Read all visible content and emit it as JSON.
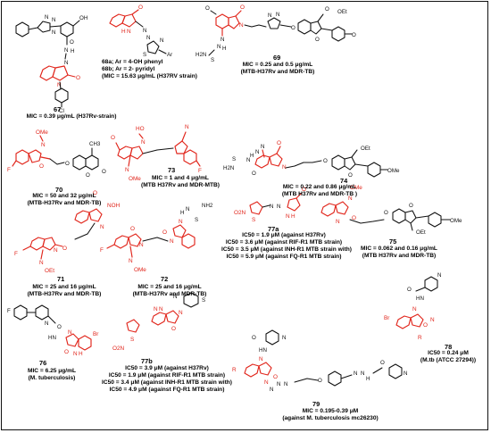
{
  "colors": {
    "scaffold": "#e1251b",
    "bonds": "#111111",
    "background": "#ffffff"
  },
  "compounds": [
    {
      "id": "67",
      "captions": [
        "MIC = 0.39 μg/mL (H37Rv-strain)"
      ]
    },
    {
      "id": "68",
      "captions": [
        "68a; Ar = 4-OH phenyl",
        "68b; Ar = 2- pyridyl",
        "(MIC = 15.63 μg/mL (H37RV strain)"
      ]
    },
    {
      "id": "69",
      "captions": [
        "MIC = 0.25 and 0.5 μg/mL",
        "(MTB-H37Rv and MDR-TB)"
      ]
    },
    {
      "id": "70",
      "captions": [
        "MIC = 50 and 32 μg/mL",
        "(MTB-H37Rv and MDR-TB)"
      ]
    },
    {
      "id": "73",
      "captions": [
        "MIC = 1 and 4 μg/mL",
        "(MTB H37Rv and MDR-MTB)"
      ]
    },
    {
      "id": "74",
      "captions": [
        "MIC = 0.22 and 0.86 μg/mL",
        "(MTB H37Rv and MDR-TB )"
      ]
    },
    {
      "id": "71",
      "captions": [
        "MIC = 25 and 16 μg/mL",
        "(MTB-H37Rv and MDR-TB)"
      ]
    },
    {
      "id": "72",
      "captions": [
        "MIC = 25 and 16 μg/mL",
        "(MTB-H37Rv and MDR-TB)"
      ]
    },
    {
      "id": "77a",
      "captions": [
        "IC50 = 1.9 μM (against H37Rv)",
        "IC50 = 3.6 μM (against RIF-R1 MTB strain)",
        "IC50 = 3.5 μM (against INH-R1 MTB strain with)",
        "IC50 = 5.9 μM (against FQ-R1 MTB strain)"
      ]
    },
    {
      "id": "75",
      "captions": [
        "MIC = 0.062 and 0.16 μg/mL",
        "(MTB H37Rv and MDR-TB)"
      ]
    },
    {
      "id": "76",
      "captions": [
        "MIC = 6.25 μg/mL",
        "(M. tuberculosis)"
      ]
    },
    {
      "id": "77b",
      "captions": [
        "IC50 = 3.9 μM  (against H37Rv)",
        "IC50 = 1.9 μM (against RIF-R1 MTB strain)",
        "IC50 = 3.4 μM (against INH-R1 MTB strain with)",
        "IC50 = 4.9 μM (against FQ-R1 MTB strain)"
      ]
    },
    {
      "id": "78",
      "captions": [
        "IC50 = 0.24 μM",
        "(M.tb (ATCC 27294))"
      ]
    },
    {
      "id": "79",
      "captions": [
        "MIC = 0.195-0.39 μM",
        "(against M. tuberculosis mc26230)"
      ]
    }
  ],
  "atom_labels": {
    "c67": [
      "OH",
      "N",
      "N",
      "N",
      "N",
      "H",
      "O",
      "N",
      "O",
      "Cl"
    ],
    "c68": [
      "O",
      "N",
      "H",
      "N",
      "N",
      "S",
      "N",
      "Ar"
    ],
    "c69": [
      "O",
      "N",
      "N",
      "N",
      "O",
      "O",
      "OEt",
      "O",
      "H",
      "N",
      "N",
      "S",
      "H2N",
      "O",
      "O"
    ],
    "c70": [
      "OMe",
      "N",
      "O",
      "O",
      "O",
      "CH3",
      "O",
      "F"
    ],
    "c73": [
      "HO",
      "N",
      "O",
      "N",
      "N",
      "OMe",
      "F"
    ],
    "c74": [
      "O",
      "OEt",
      "O",
      "N",
      "O",
      "N",
      "N",
      "N",
      "H",
      "S",
      "H2N",
      "OMe",
      "O"
    ],
    "c71": [
      "NOH",
      "O",
      "N",
      "N",
      "O",
      "F",
      "N",
      "OEt"
    ],
    "c72": [
      "H",
      "N",
      "NH2",
      "S",
      "N",
      "O",
      "N",
      "O",
      "N",
      "F",
      "N",
      "OMe"
    ],
    "c77a": [
      "O2N",
      "S",
      "N",
      "N",
      "N",
      "H",
      "O"
    ],
    "c75": [
      "OMe",
      "N",
      "O",
      "N",
      "O",
      "O",
      "OEt",
      "OMe"
    ],
    "c76": [
      "F",
      "N",
      "O",
      "N",
      "HN",
      "Br",
      "N",
      "H",
      "O"
    ],
    "c77b": [
      "N",
      "S",
      "N",
      "N",
      "O",
      "O2N",
      "N",
      "S"
    ],
    "c78": [
      "N",
      "O",
      "N",
      "HN",
      "Br",
      "N",
      "O",
      "R"
    ],
    "c79": [
      "O",
      "N",
      "HN",
      "N",
      "R",
      "O",
      "N",
      "N",
      "N",
      "N",
      "O",
      "N",
      "N",
      "H",
      "O",
      "N"
    ]
  }
}
